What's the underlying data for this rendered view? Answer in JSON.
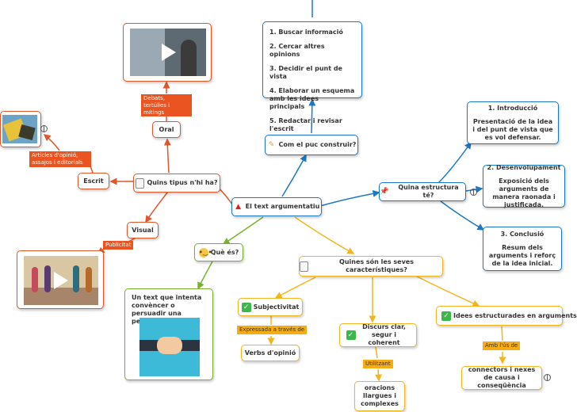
{
  "central": {
    "label": "El text argumentatiu",
    "icon": "megaphone-icon"
  },
  "com": {
    "label": "Com el puc construir?",
    "icon": "pencil-icon",
    "steps": [
      "1. Buscar informació",
      "2. Cercar altres opinions",
      "3. Decidir el punt de vista",
      "4. Elaborar un esquema amb les idees principals",
      "5. Redactar i revisar l'escrit"
    ]
  },
  "estructura": {
    "label": "Quina estructura té?",
    "icon": "pin-icon",
    "parts": [
      {
        "title": "1. Introducció",
        "body": "Presentació de la idea i del punt de vista que es vol defensar."
      },
      {
        "title": "2. Desenvolupament",
        "body": "Exposició dels arguments de manera raonada i justificada."
      },
      {
        "title": "3. Conclusió",
        "body": "Resum dels arguments i reforç de la idea inicial."
      }
    ]
  },
  "tipus": {
    "label": "Quins tipus n'hi ha?",
    "icon": "document-icon",
    "oral": {
      "label": "Oral",
      "tag": "Debats, tertúlies i mítings"
    },
    "escrit": {
      "label": "Escrit",
      "tag": "Articles d'opinió, assajos i editorials"
    },
    "visual": {
      "label": "Visual",
      "tag": "Publicitat"
    }
  },
  "que": {
    "label": "Què és?",
    "icon": "thinking-face-icon",
    "definition": "Un text que intenta convèncer o persuadir una persona."
  },
  "caract": {
    "label": "Quines són les seves característiques?",
    "icon": "document-icon",
    "subjectivitat": {
      "label": "Subjectivitat",
      "tag": "Expressada a través de",
      "child": "Verbs d'opinió"
    },
    "discurs": {
      "label": "Discurs clar, segur i coherent",
      "tag": "Utilitzant",
      "child": "oracions llargues i complexes"
    },
    "idees": {
      "label": "Idees estructurades en arguments",
      "tag": "Amb l'ús de",
      "child": "connectors i nexes de causa i conseqüència"
    }
  },
  "colors": {
    "blue": "#1b78c4",
    "red": "#e0572b",
    "green": "#77b22e",
    "gold": "#f2b51d"
  }
}
